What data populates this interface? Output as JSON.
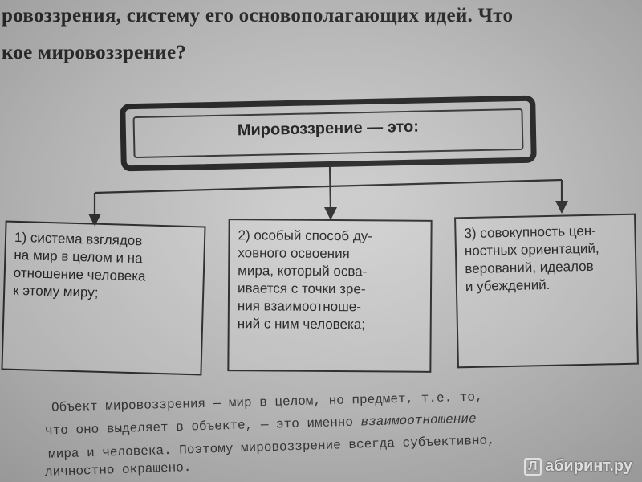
{
  "header_lines": {
    "line1": "ровоззрения, систему его основополагающих идей. Что",
    "line2": "кое мировоззрение?"
  },
  "diagram": {
    "title": "Мировоззрение — это:",
    "items": [
      {
        "text": "1) система взглядов\nна мир в целом и на\nотношение человека\nк этому миру;"
      },
      {
        "text": "2) особый способ ду-\nховного освоения\nмира, который осва-\nивается с точки зре-\nния взаимоотноше-\nний с ним человека;"
      },
      {
        "text": "3) совокупность цен-\nностных ориентаций,\nверований, идеалов\nи убеждений."
      }
    ]
  },
  "paragraph": {
    "line1": "Объект мировоззрения — мир в целом, но предмет, т.е. то,",
    "line2_a": "что оно выделяет в объекте, — это именно ",
    "line2_em": "взаимоотношение",
    "line3": "мира и человека. Поэтому мировоззрение всегда субъективно,",
    "line4": "личностно окрашено."
  },
  "watermark": {
    "logo_letter": "Л",
    "text": "абиринт.ру"
  }
}
